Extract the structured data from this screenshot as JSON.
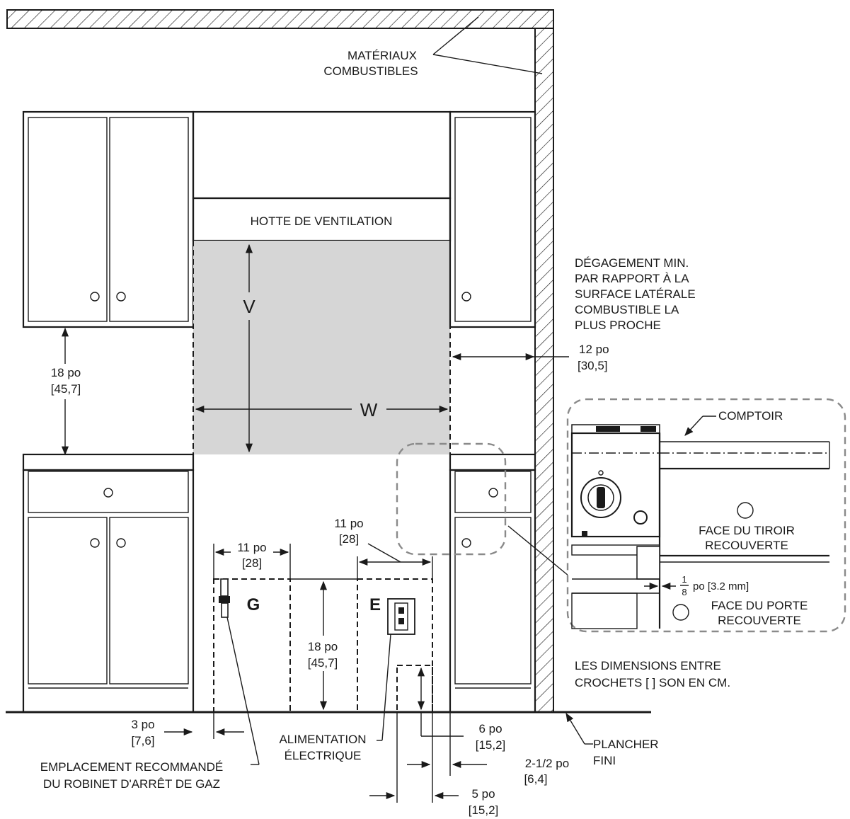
{
  "labels": {
    "combustibles_1": "MATÉRIAUX",
    "combustibles_2": "COMBUSTIBLES",
    "hood": "HOTTE DE VENTILATION",
    "clearance_1": "DÉGAGEMENT MIN.",
    "clearance_2": "PAR RAPPORT À LA",
    "clearance_3": "SURFACE LATÉRALE",
    "clearance_4": "COMBUSTIBLE LA",
    "clearance_5": "PLUS PROCHE",
    "countertop": "COMPTOIR",
    "drawer_face_1": "FACE DU TIROIR",
    "drawer_face_2": "RECOUVERTE",
    "door_face_1": "FACE DU PORTE",
    "door_face_2": "RECOUVERTE",
    "note_1": "LES DIMENSIONS ENTRE",
    "note_2": "CROCHETS  [ ]  SON EN CM.",
    "floor_1": "PLANCHER",
    "floor_2": "FINI",
    "gas_valve_1": "EMPLACEMENT  RECOMMANDÉ",
    "gas_valve_2": "DU ROBINET D'ARRÊT DE GAZ",
    "power_1": "ALIMENTATION",
    "power_2": "ÉLECTRIQUE",
    "zone_g": "G",
    "zone_e": "E",
    "v": "V",
    "w": "W"
  },
  "dimensions": {
    "d18_upper_in": "18 po",
    "d18_upper_cm": "[45,7]",
    "d12_in": "12 po",
    "d12_cm": "[30,5]",
    "d11_g_in": "11 po",
    "d11_g_cm": "[28]",
    "d11_e_in": "11 po",
    "d11_e_cm": "[28]",
    "d18_lower_in": "18 po",
    "d18_lower_cm": "[45,7]",
    "d3_in": "3 po",
    "d3_cm": "[7,6]",
    "d6_in": "6 po",
    "d6_cm": "[15,2]",
    "d2half_in": "2-1/2 po",
    "d2half_cm": "[6,4]",
    "d5_in": "5 po",
    "d5_cm": "[15,2]",
    "eighth_num": "1",
    "eighth_den": "8",
    "eighth_rest": "po [3.2 mm]"
  },
  "colors": {
    "line": "#1a1a1a",
    "shaded": "#d6d6d6",
    "dashed_detail": "#8a8a8a"
  }
}
